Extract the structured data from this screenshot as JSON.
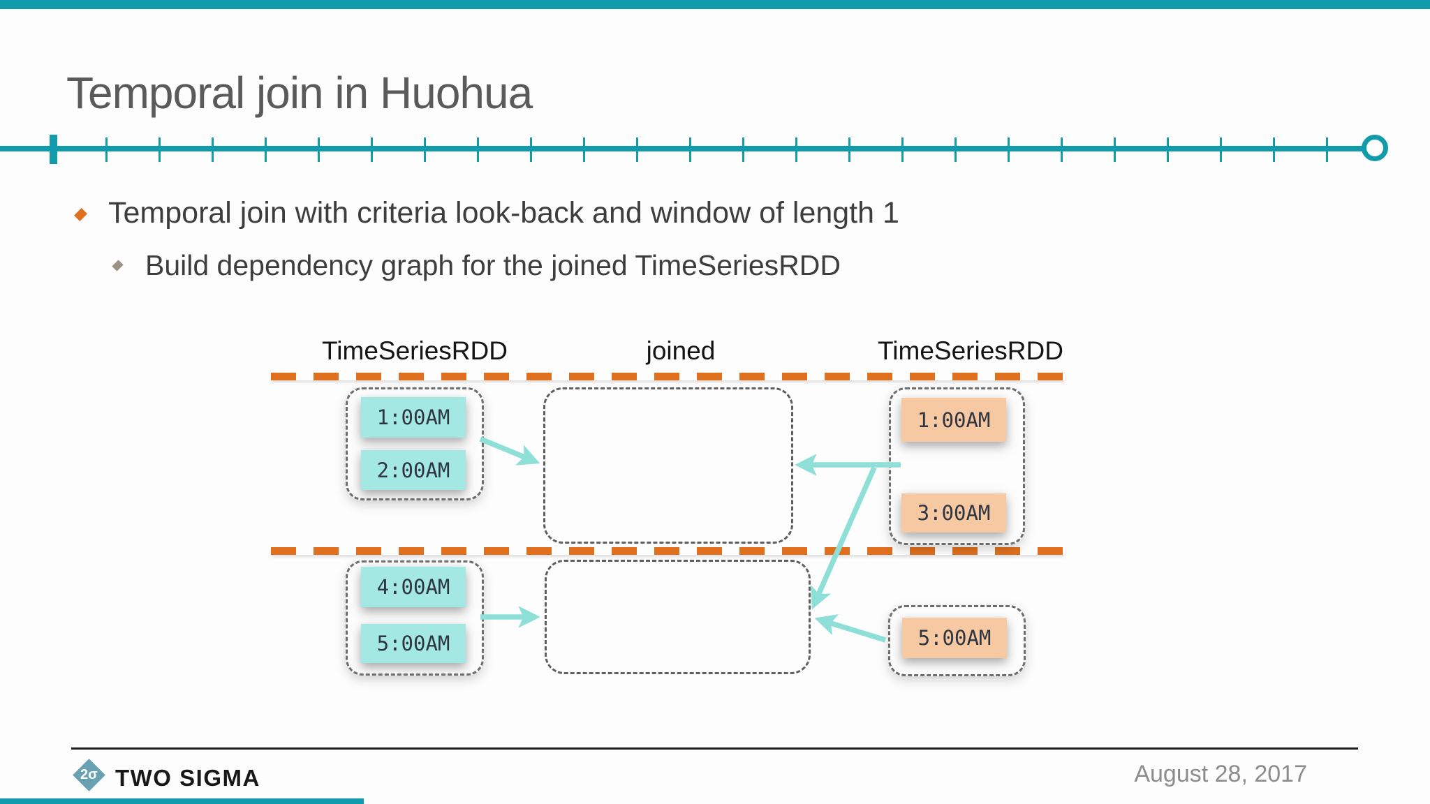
{
  "slide": {
    "title": "Temporal join in Huohua",
    "bullets": [
      {
        "level": 1,
        "text": "Temporal join with criteria look-back and window of length 1"
      },
      {
        "level": 2,
        "text": "Build dependency graph for the joined TimeSeriesRDD"
      }
    ],
    "footer": {
      "logo_glyph": "2σ",
      "brand": "TWO SIGMA",
      "date": "August 28, 2017"
    }
  },
  "diagram": {
    "headers": [
      "TimeSeriesRDD",
      "joined",
      "TimeSeriesRDD"
    ],
    "groups": {
      "left_top": [
        "1:00AM",
        "2:00AM"
      ],
      "left_bottom": [
        "4:00AM",
        "5:00AM"
      ],
      "right_top": [
        "1:00AM",
        "3:00AM"
      ],
      "right_bottom": [
        "5:00AM"
      ]
    },
    "arrow_icon": "arrow-right-icon"
  },
  "colors": {
    "teal": "#129BAA",
    "orange": "#E0701E",
    "cyan": "#A4E8E4",
    "peach": "#F6C9A3",
    "arrow": "#8DDFD8",
    "title": "#5A5A5A",
    "text": "#3D3D3D",
    "date": "#8C8C8C",
    "logo": "#68A1B1"
  }
}
